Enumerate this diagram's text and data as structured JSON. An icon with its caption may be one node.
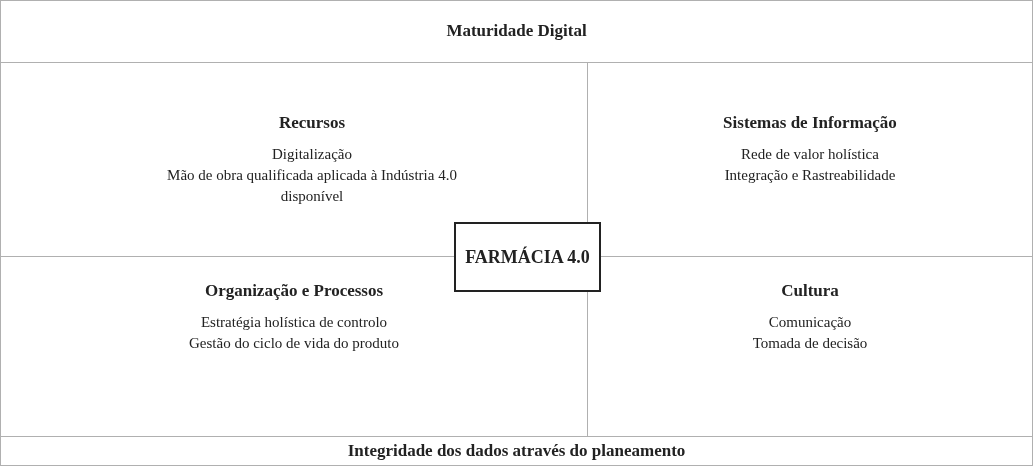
{
  "diagram": {
    "nodes": [
      {
        "text": [
          "Maturidade Digital"
        ]
      },
      {
        "text": [
          "Recursos",
          "Digitalização",
          "Mão de obra qualificada aplicada à Indústria 4.0 disponível"
        ]
      },
      {
        "text": [
          "Sistemas de Informação",
          "Rede de valor holística",
          "Integração e Rastreabilidade"
        ]
      },
      {
        "text": [
          "FARMÁCIA 4.0"
        ]
      },
      {
        "text": [
          "Organização e Processos",
          "Estratégia holística de controlo",
          "Gestão do ciclo de vida do produto"
        ]
      },
      {
        "text": [
          "Cultura",
          "Comunicação",
          "Tomada de decisão"
        ]
      },
      {
        "text": [
          "Integridade dos dados através do planeamento"
        ]
      }
    ]
  }
}
